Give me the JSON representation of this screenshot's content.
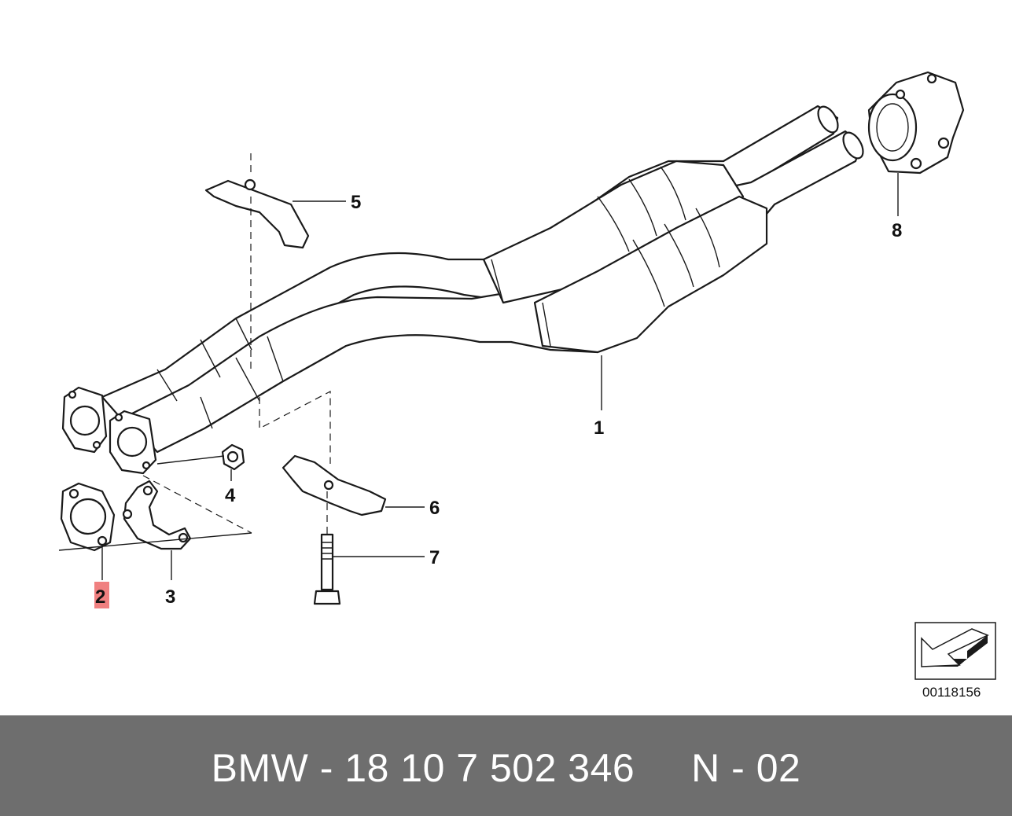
{
  "diagram": {
    "callouts": [
      "1",
      "2",
      "3",
      "4",
      "5",
      "6",
      "7",
      "8"
    ],
    "highlighted_callout": "2",
    "highlight_color": "#f08080",
    "reference_number": "00118156",
    "navigation_icon": "arrow-left-icon"
  },
  "footer": {
    "text": "BMW - 18 10 7 502 346     N - 02",
    "background": "#6e6e6e"
  }
}
